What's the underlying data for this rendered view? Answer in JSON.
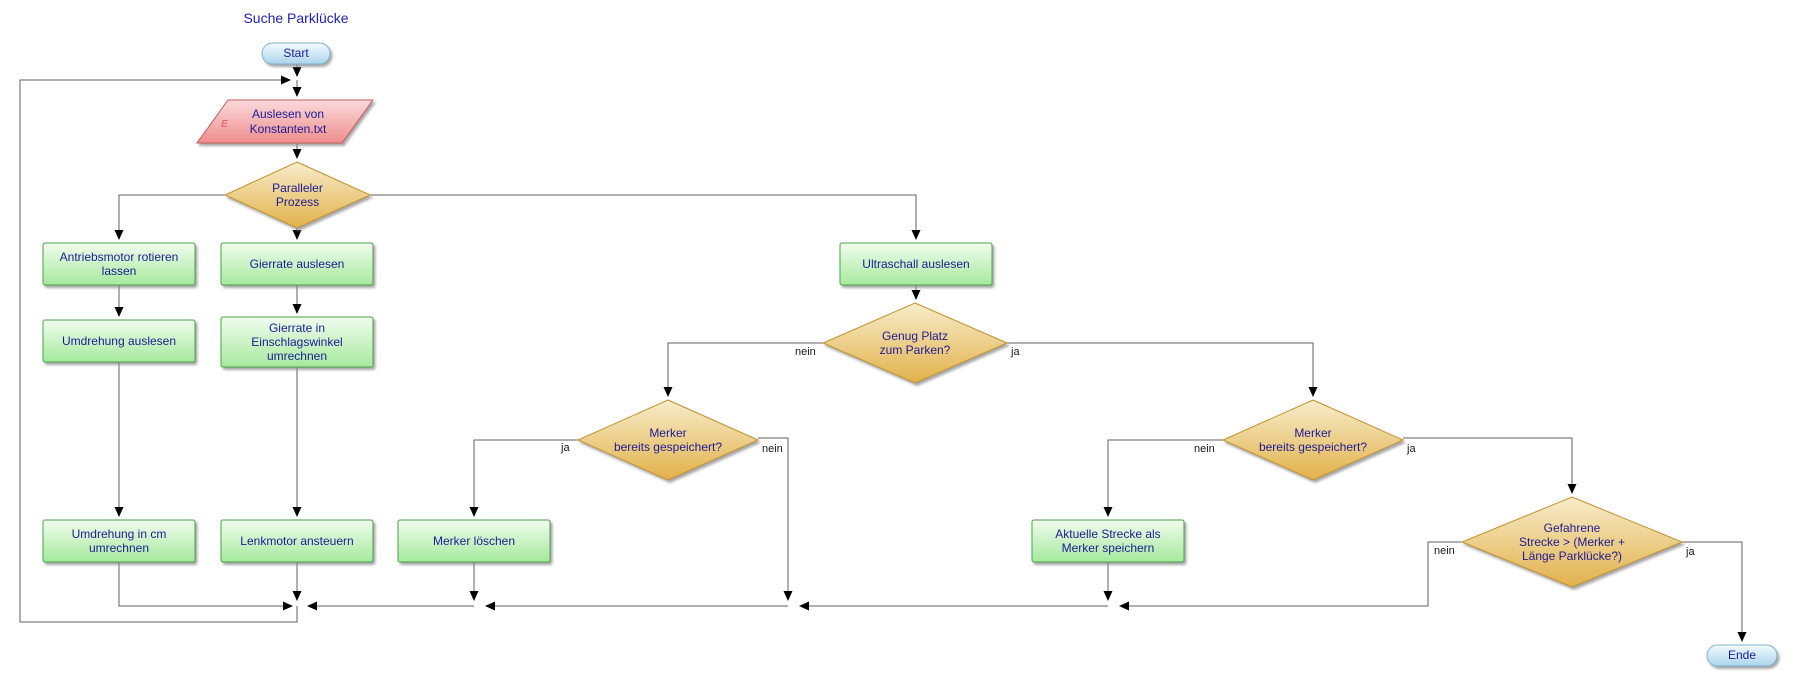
{
  "title": "Suche Parklücke",
  "nodes": {
    "start": {
      "label": "Start",
      "type": "terminal"
    },
    "read_constants": {
      "label": "Auslesen von\nKonstanten.txt",
      "type": "input-output",
      "marker": "E"
    },
    "parallel_process": {
      "label": "Paralleler\nProzess",
      "type": "decision"
    },
    "drive_motor": {
      "label": "Antriebsmotor rotieren\nlassen",
      "type": "process"
    },
    "read_yaw": {
      "label": "Gierrate auslesen",
      "type": "process"
    },
    "read_ultrasonic": {
      "label": "Ultraschall auslesen",
      "type": "process"
    },
    "read_rotation": {
      "label": "Umdrehung auslesen",
      "type": "process"
    },
    "yaw_to_angle": {
      "label": "Gierrate in\nEinschlagswinkel\numrechnen",
      "type": "process"
    },
    "enough_space": {
      "label": "Genug Platz\nzum Parken?",
      "type": "decision"
    },
    "marker_saved_left": {
      "label": "Merker\nbereits gespeichert?",
      "type": "decision"
    },
    "marker_saved_right": {
      "label": "Merker\nbereits gespeichert?",
      "type": "decision"
    },
    "rotation_to_cm": {
      "label": "Umdrehung in cm\numrechnen",
      "type": "process"
    },
    "steer_motor": {
      "label": "Lenkmotor ansteuern",
      "type": "process"
    },
    "clear_marker": {
      "label": "Merker löschen",
      "type": "process"
    },
    "save_marker": {
      "label": "Aktuelle Strecke als\nMerker speichern",
      "type": "process"
    },
    "distance_check": {
      "label": "Gefahrene\nStrecke > (Merker +\nLänge Parklücke?)",
      "type": "decision"
    },
    "end": {
      "label": "Ende",
      "type": "terminal"
    }
  },
  "edge_labels": {
    "enough_space_no": "nein",
    "enough_space_yes": "ja",
    "marker_left_yes": "ja",
    "marker_left_no": "nein",
    "marker_right_no": "nein",
    "marker_right_yes": "ja",
    "distance_no": "nein",
    "distance_yes": "ja"
  },
  "colors": {
    "process_top": "#f1fcee",
    "process_bottom": "#a5e99c",
    "process_border": "#4aa34a",
    "decision_top": "#f7ecca",
    "decision_bottom": "#e2b14b",
    "decision_border": "#c3922e",
    "terminal_top": "#f4fbff",
    "terminal_bottom": "#abd4ec",
    "terminal_border": "#7fb2d2",
    "io_top": "#fadadb",
    "io_bottom": "#ef8d8d",
    "io_border": "#c95b5b",
    "text": "#1c1c96",
    "line": "#606060"
  }
}
